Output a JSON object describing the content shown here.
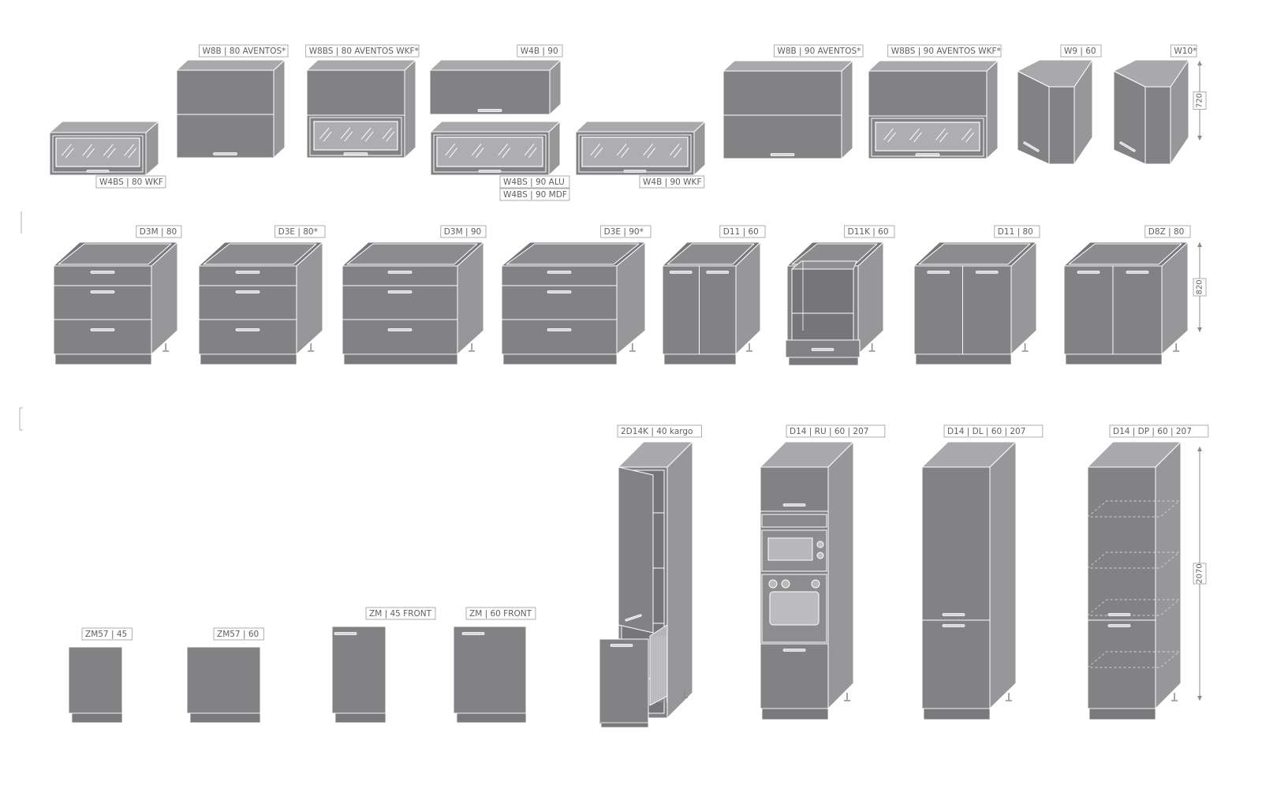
{
  "colors": {
    "front": "#828285",
    "side": "#97979a",
    "top": "#a9a9ac",
    "interior": "#76767a",
    "edge": "#ffffff",
    "glass": "#aeaeb1",
    "plinth": "#7a7a7d",
    "label_border": "#9a9a9c",
    "label_text": "#5f5f61"
  },
  "labels": {
    "w4bs_80_wkf": "W4BS | 80 WKF",
    "w8b_80_aventos": "W8B | 80 AVENTOS*",
    "w8bs_80_aventos_wkf": "W8BS | 80 AVENTOS WKF*",
    "w4b_90": "W4B | 90",
    "w4bs_90_alu": "W4BS | 90 ALU",
    "w4bs_90_mdf": "W4BS | 90 MDF",
    "w4b_90_wkf": "W4B | 90 WKF",
    "w8b_90_aventos": "W8B | 90 AVENTOS*",
    "w8bs_90_aventos_wkf": "W8BS | 90 AVENTOS WKF*",
    "w9_60": "W9 | 60",
    "w10": "W10*",
    "d3m_80": "D3M | 80",
    "d3e_80": "D3E | 80*",
    "d3m_90": "D3M | 90",
    "d3e_90": "D3E | 90*",
    "d11_60": "D11 | 60",
    "d11k_60": "D11K | 60",
    "d11_80": "D11 | 80",
    "d8z_80": "D8Z | 80",
    "zm57_45": "ZM57 | 45",
    "zm57_60": "ZM57 | 60",
    "zm_45_front": "ZM | 45 FRONT",
    "zm_60_front": "ZM | 60 FRONT",
    "d2d14k_40_kargo": "2D14K | 40 kargo",
    "d14_ru_60_207": "D14 | RU | 60 | 207",
    "d14_dl_60_207": "D14 | DL | 60 | 207",
    "d14_dp_60_207": "D14 | DP | 60 | 207"
  },
  "dimensions": {
    "wall_height": "720",
    "base_height": "820",
    "tall_height": "2070"
  }
}
